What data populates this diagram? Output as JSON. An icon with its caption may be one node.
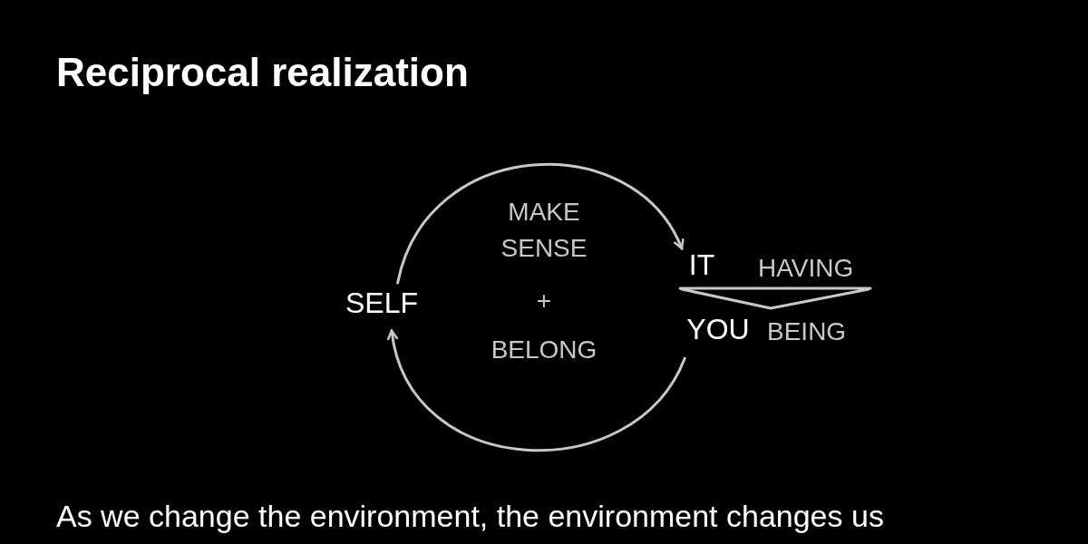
{
  "diagram": {
    "title": "Reciprocal realization",
    "caption": "As we change the environment, the environment changes us",
    "nodes": [
      {
        "text": [
          "SELF"
        ]
      },
      {
        "text": [
          "IT"
        ]
      },
      {
        "text": [
          "YOU"
        ]
      }
    ],
    "edges": [
      {
        "from": 0,
        "to": 1,
        "arrow": "to"
      },
      {
        "from": 2,
        "to": 0,
        "arrow": "to"
      }
    ],
    "labels": [
      "MAKE SENSE",
      "+",
      "BELONG",
      "HAVING",
      "BEING"
    ]
  }
}
